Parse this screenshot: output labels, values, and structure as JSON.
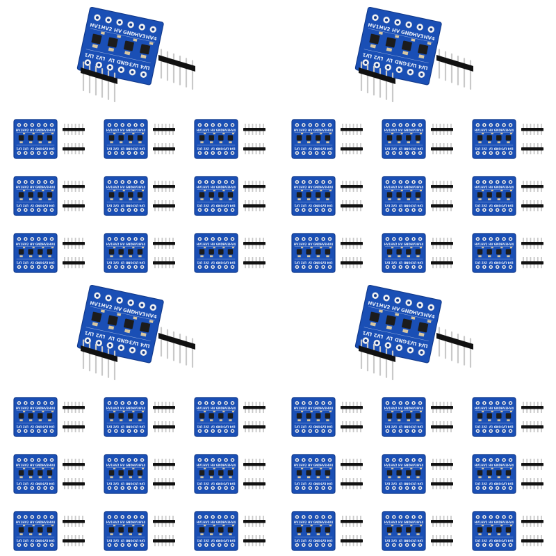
{
  "product_photo": {
    "quadrants": 4,
    "grid_rows_per_quadrant": 3,
    "grid_cols_per_quadrant": 3,
    "board": {
      "pcb_color": "#1a4fb5",
      "pcb_dark": "#123a8c",
      "silk_color": "#e8eef8",
      "pad_color": "#f4f4f4",
      "pin_plastic_color": "#111111",
      "pin_metal_color": "#c9c9c9",
      "chip_color": "#1c1c1c",
      "top_labels": [
        "HV1",
        "HV2",
        "HV",
        "GND",
        "HV3",
        "HV4"
      ],
      "bottom_labels": [
        "LV1",
        "LV2",
        "LV",
        "GND",
        "LV3",
        "LV4"
      ]
    }
  }
}
